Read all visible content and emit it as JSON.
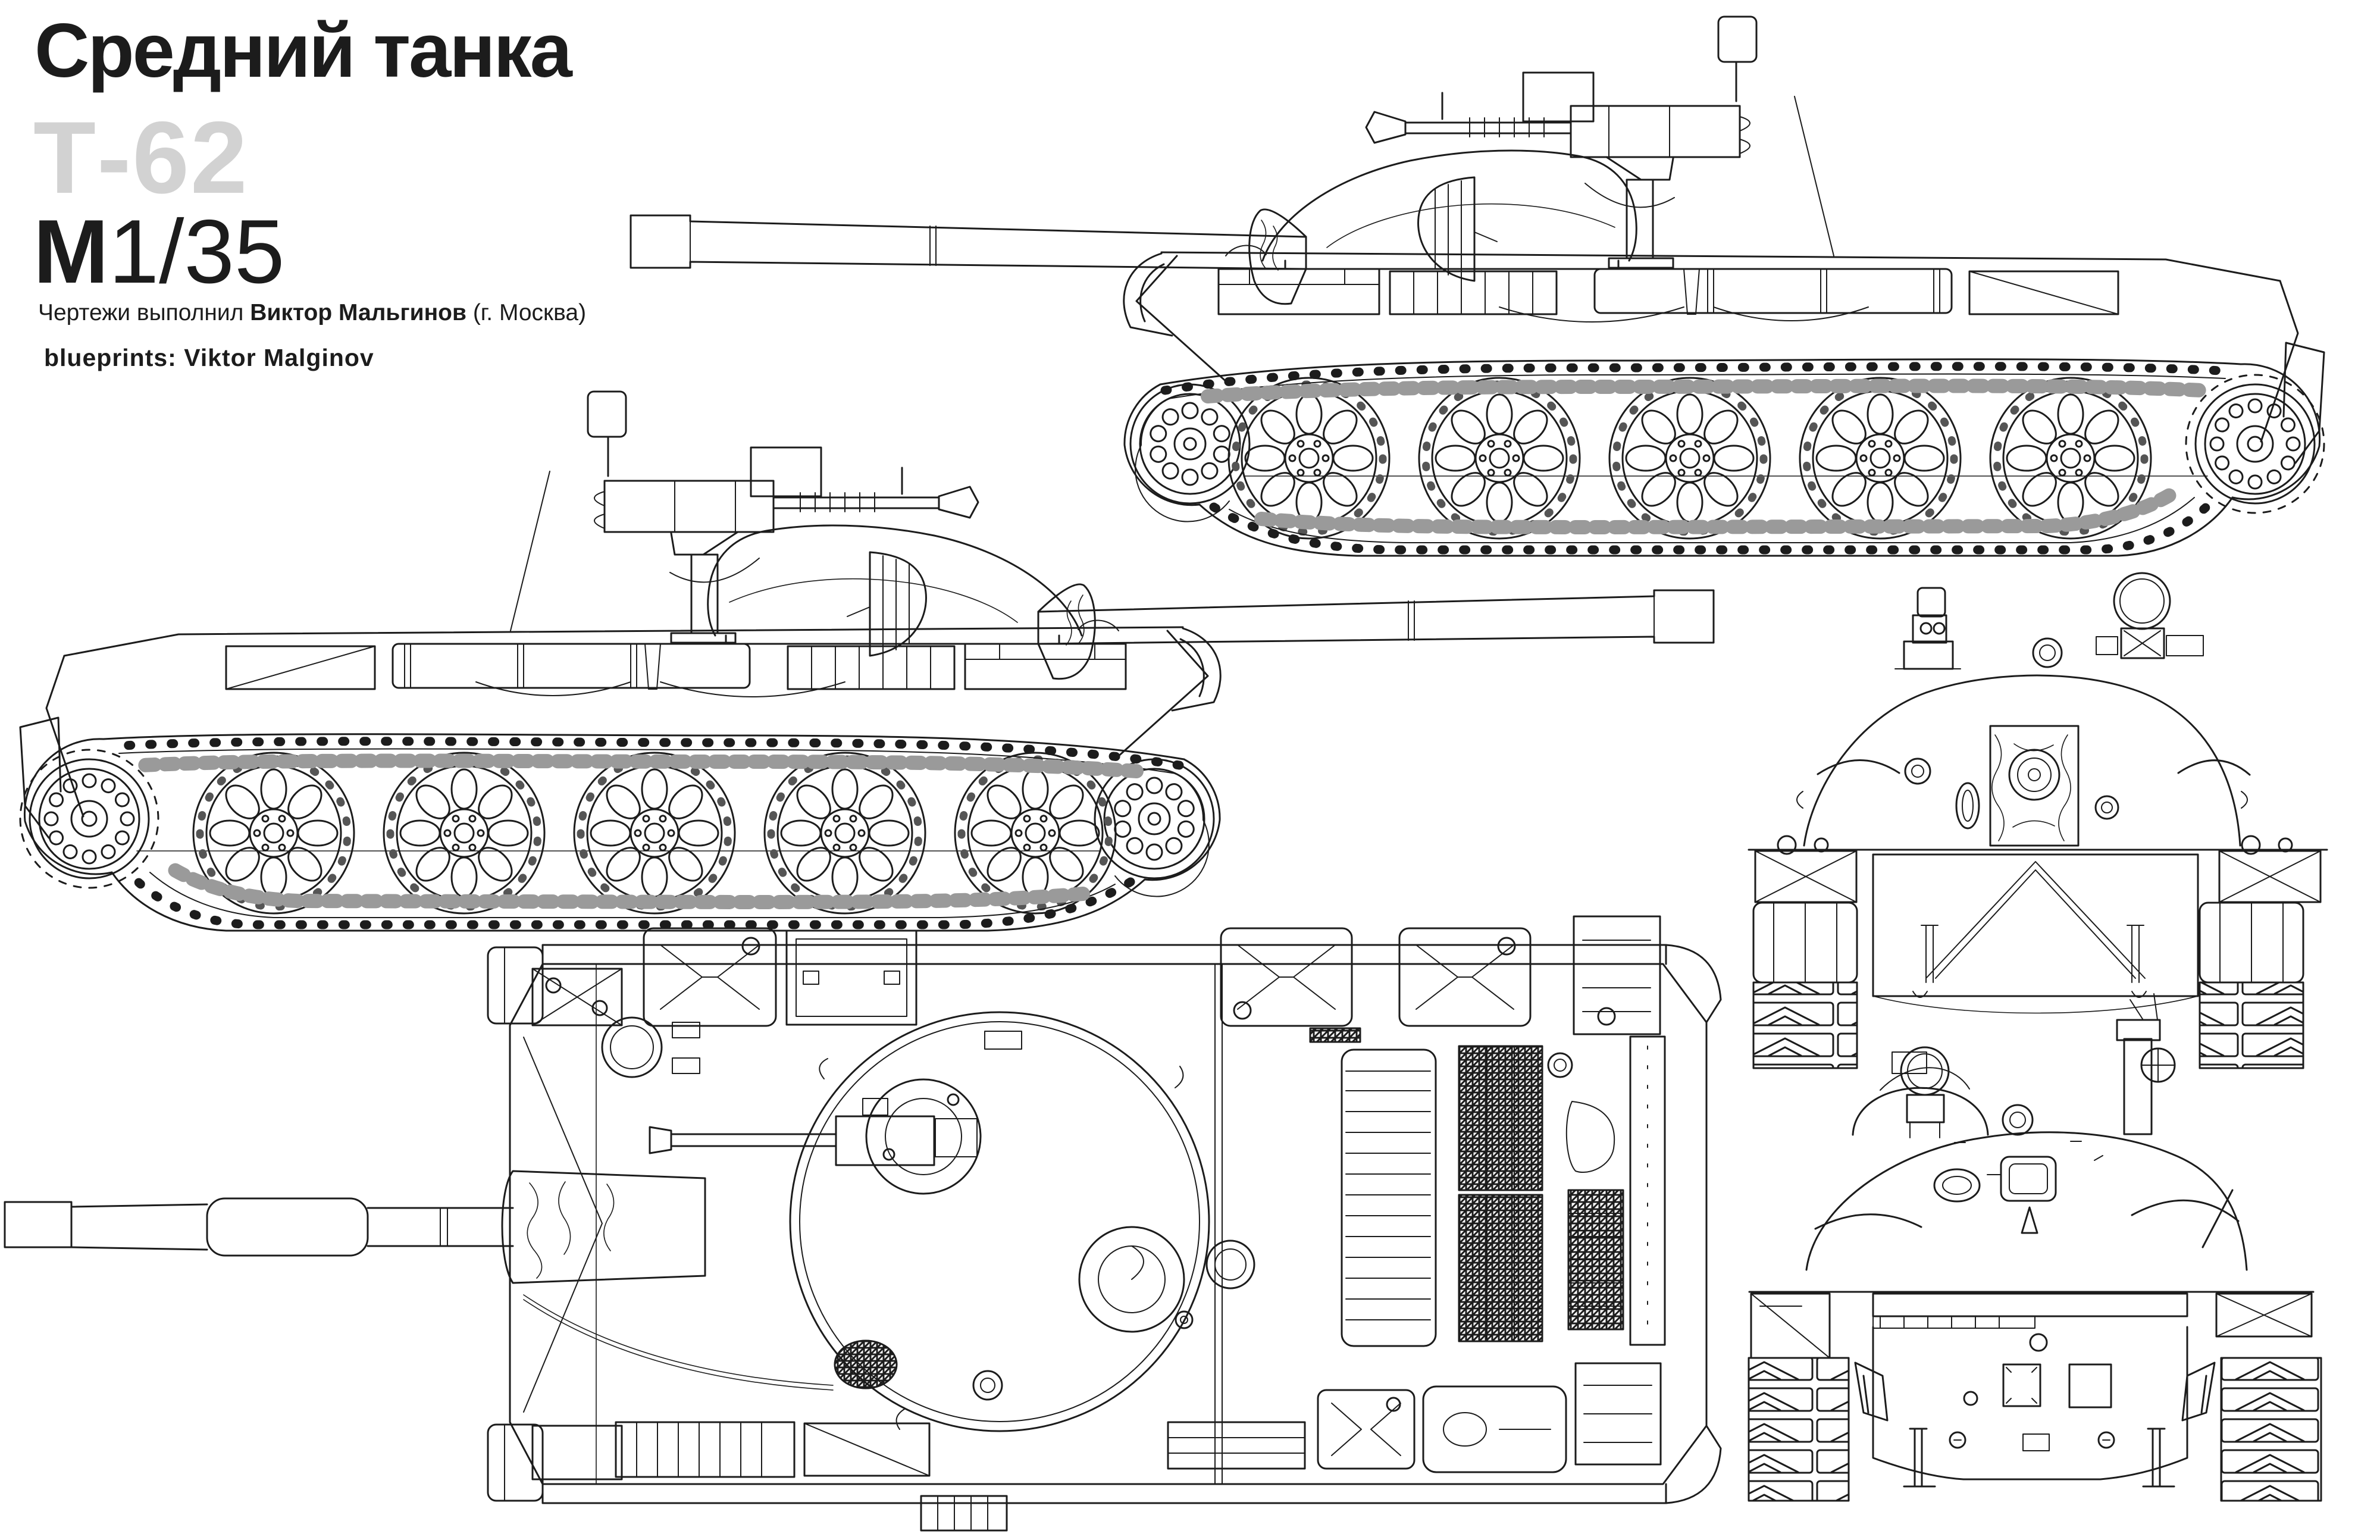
{
  "page": {
    "background": "#ffffff",
    "ink": "#1c1c1c"
  },
  "header": {
    "title": "Средний танка",
    "model": "Т-62",
    "model_color": "#d2d2d2",
    "scale_bold": "М",
    "scale_rest": "1/35",
    "credit_ru": {
      "prefix": "Чертежи выполнил ",
      "name": "Виктор Мальгинов",
      "suffix": " (г. Москва)"
    },
    "credit_en": "blueprints: Viktor Malginov"
  },
  "views": [
    {
      "id": "side-view-gun-left"
    },
    {
      "id": "side-view-gun-right"
    },
    {
      "id": "front-view"
    },
    {
      "id": "top-view"
    },
    {
      "id": "rear-view"
    }
  ]
}
